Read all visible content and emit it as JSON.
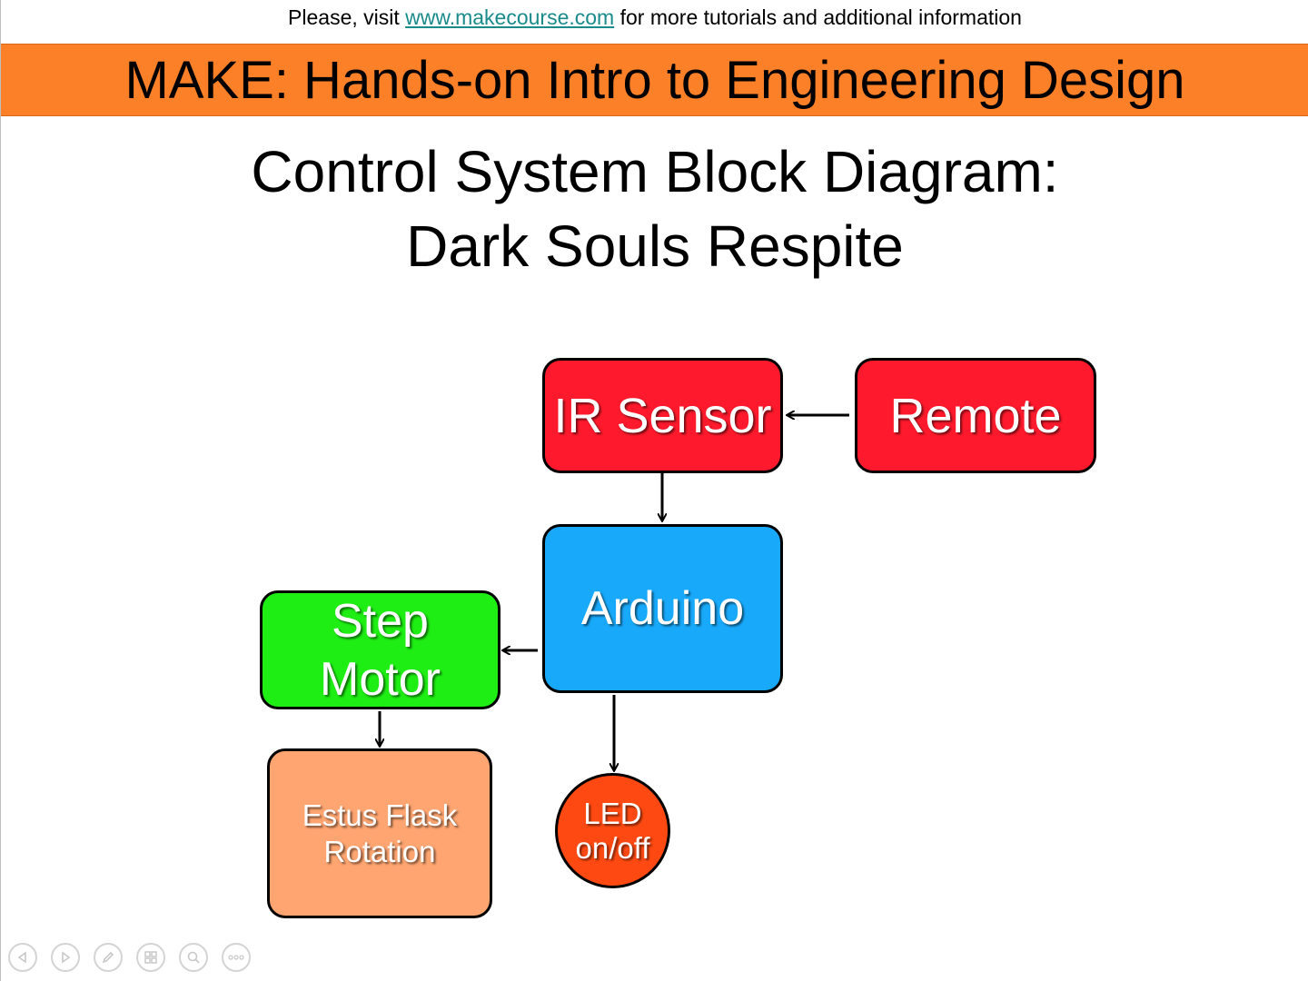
{
  "header": {
    "note_before": "Please, visit ",
    "note_link": "www.makecourse.com",
    "note_after": " for more tutorials and additional information",
    "banner_text": "MAKE: Hands-on Intro to Engineering Design",
    "banner_color": "#fb8028"
  },
  "slide": {
    "title_line1": "Control System Block Diagram:",
    "title_line2": "Dark Souls Respite"
  },
  "diagram": {
    "ir_sensor": {
      "label": "IR Sensor",
      "color": "#fe1a2c"
    },
    "remote": {
      "label": "Remote",
      "color": "#fe1a2c"
    },
    "arduino": {
      "label": "Arduino",
      "color": "#19a9fa"
    },
    "step_motor": {
      "line1": "Step",
      "line2": "Motor",
      "color": "#1eee14"
    },
    "estus_flask": {
      "line1": "Estus Flask",
      "line2": "Rotation",
      "color": "#fea571"
    },
    "led": {
      "line1": "LED",
      "line2": "on/off",
      "color": "#fe4a12"
    }
  },
  "controls": [
    {
      "icon": "previous-slide-icon"
    },
    {
      "icon": "next-slide-icon"
    },
    {
      "icon": "pen-icon"
    },
    {
      "icon": "slide-sorter-icon"
    },
    {
      "icon": "zoom-icon"
    },
    {
      "icon": "more-options-icon"
    }
  ]
}
